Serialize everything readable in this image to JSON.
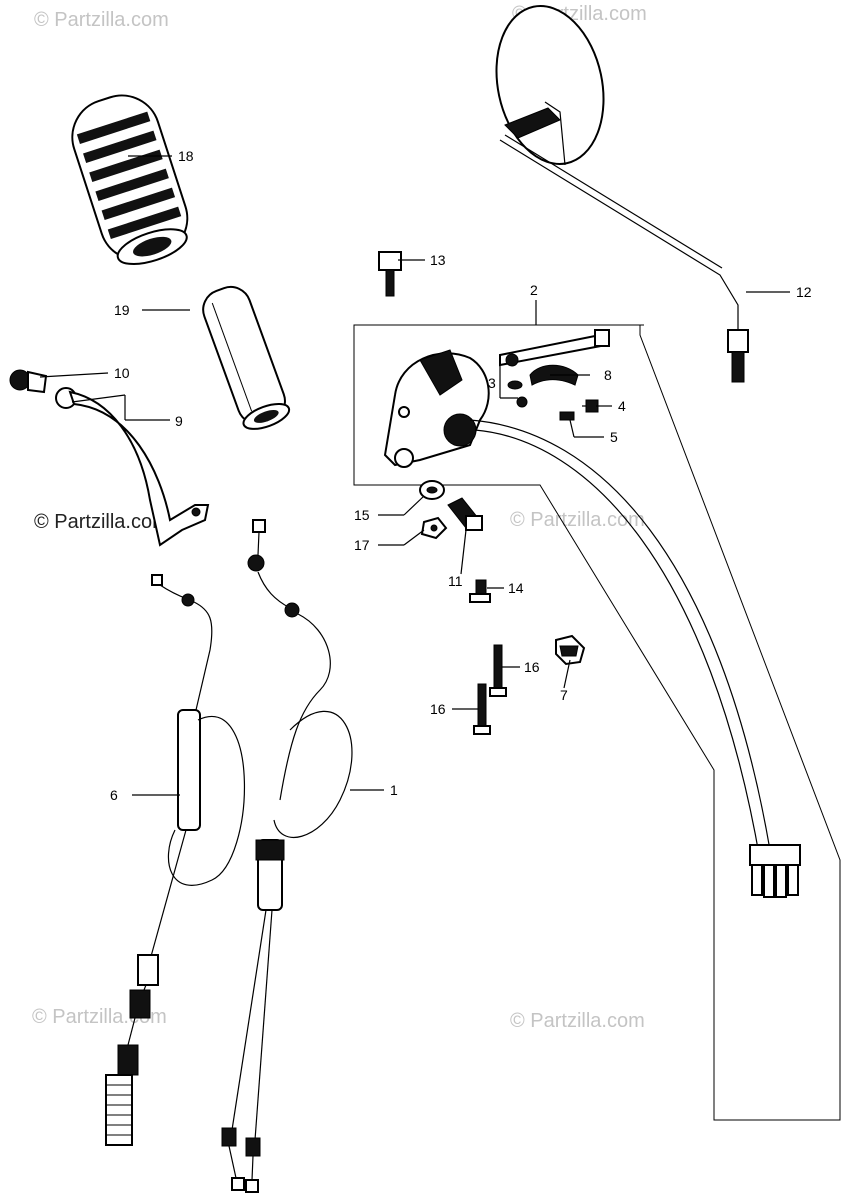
{
  "watermarks": {
    "top_left": "© Partzilla.com",
    "top_right": "© Partzilla.com",
    "mid_left": "© Partzilla.com",
    "mid_right": "© Partzilla.com",
    "bottom_left": "© Partzilla.com",
    "bottom_right": "© Partzilla.com"
  },
  "callouts": {
    "c1": "1",
    "c2": "2",
    "c3": "3",
    "c4": "4",
    "c5": "5",
    "c6": "6",
    "c7": "7",
    "c8": "8",
    "c9": "9",
    "c10": "10",
    "c11": "11",
    "c12": "12",
    "c13": "13",
    "c14": "14",
    "c15": "15",
    "c16a": "16",
    "c16b": "16",
    "c17": "17",
    "c18": "18",
    "c19": "19"
  }
}
